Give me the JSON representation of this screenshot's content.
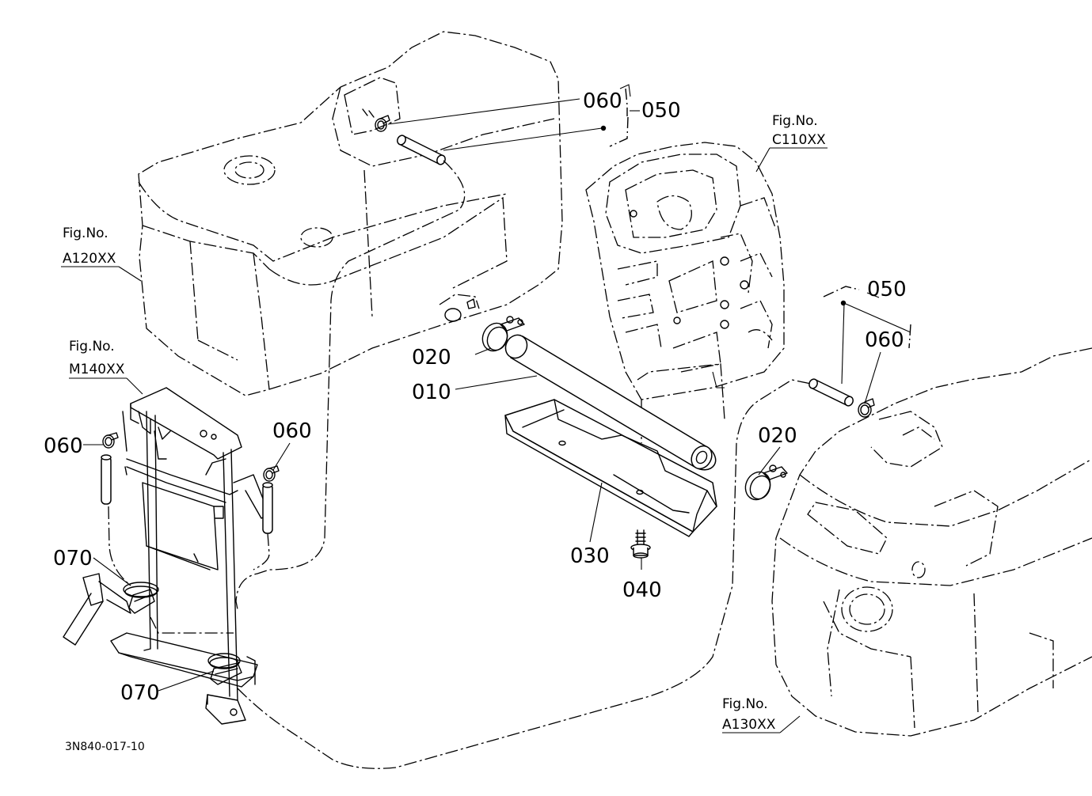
{
  "labels": {
    "p010": "010",
    "p020a": "020",
    "p020b": "020",
    "p030": "030",
    "p040": "040",
    "p050a": "050",
    "p050b": "050",
    "p060a": "060",
    "p060b": "060",
    "p060c": "060",
    "p060d": "060",
    "p070a": "070",
    "p070b": "070"
  },
  "refs": {
    "a120_fig": "Fig.No.",
    "a120_code": "A120XX",
    "c110_fig": "Fig.No.",
    "c110_code": "C110XX",
    "m140_fig": "Fig.No.",
    "m140_code": "M140XX",
    "a130_fig": "Fig.No.",
    "a130_code": "A130XX"
  },
  "drawing_code": "3N840-017-10"
}
